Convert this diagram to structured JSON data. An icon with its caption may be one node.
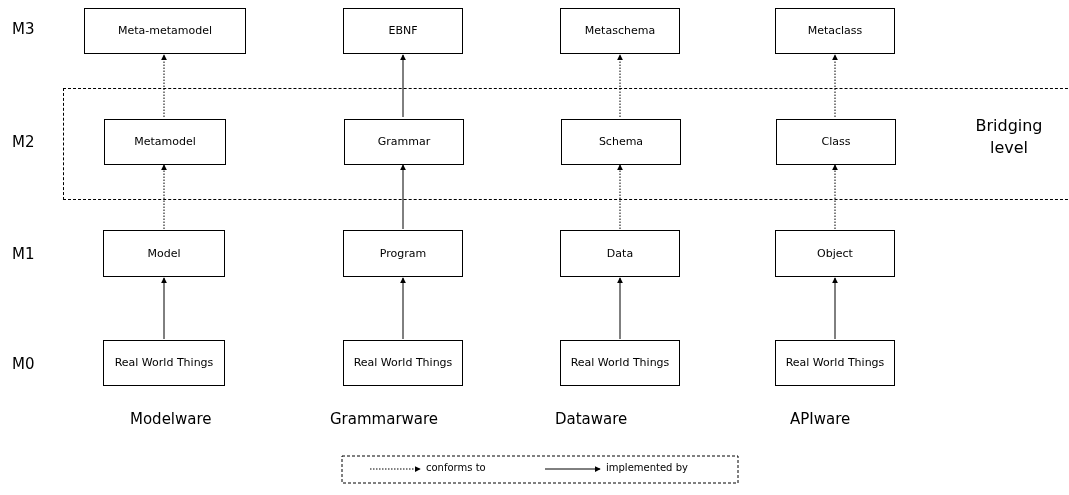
{
  "diagram": {
    "nodes": [
      {
        "text": [
          "Meta-metamodel"
        ]
      },
      {
        "text": [
          "EBNF"
        ]
      },
      {
        "text": [
          "Metaschema"
        ]
      },
      {
        "text": [
          "Metaclass"
        ]
      },
      {
        "text": [
          "Bridging level"
        ]
      },
      {
        "text": [
          "Metamodel"
        ],
        "in": 4
      },
      {
        "text": [
          "Grammar"
        ],
        "in": 4
      },
      {
        "text": [
          "Schema"
        ],
        "in": 4
      },
      {
        "text": [
          "Class"
        ],
        "in": 4
      },
      {
        "text": [
          "Model"
        ]
      },
      {
        "text": [
          "Program"
        ]
      },
      {
        "text": [
          "Data"
        ]
      },
      {
        "text": [
          "Object"
        ]
      },
      {
        "text": [
          "Real World Things"
        ]
      },
      {
        "text": [
          "Real World Things"
        ]
      },
      {
        "text": [
          "Real World Things"
        ]
      },
      {
        "text": [
          "Real World Things"
        ]
      }
    ],
    "edges": [
      {
        "from": 5,
        "to": 0,
        "arrow": "to",
        "style": "dashed"
      },
      {
        "from": 6,
        "to": 1,
        "arrow": "to"
      },
      {
        "from": 7,
        "to": 2,
        "arrow": "to",
        "style": "dashed"
      },
      {
        "from": 8,
        "to": 3,
        "arrow": "to",
        "style": "dashed"
      },
      {
        "from": 9,
        "to": 5,
        "arrow": "to",
        "style": "dashed"
      },
      {
        "from": 10,
        "to": 6,
        "arrow": "to"
      },
      {
        "from": 11,
        "to": 7,
        "arrow": "to",
        "style": "dashed"
      },
      {
        "from": 12,
        "to": 8,
        "arrow": "to",
        "style": "dashed"
      },
      {
        "from": 13,
        "to": 9,
        "arrow": "to"
      },
      {
        "from": 14,
        "to": 10,
        "arrow": "to"
      },
      {
        "from": 15,
        "to": 11,
        "arrow": "to"
      },
      {
        "from": 16,
        "to": 12,
        "arrow": "to"
      }
    ],
    "labels": [
      "M3",
      "M2",
      "M1",
      "M0",
      "Modelware",
      "Grammarware",
      "Dataware",
      "APIware"
    ],
    "legend": [
      {
        "text": "conforms to"
      },
      {
        "text": "implemented by"
      }
    ]
  }
}
